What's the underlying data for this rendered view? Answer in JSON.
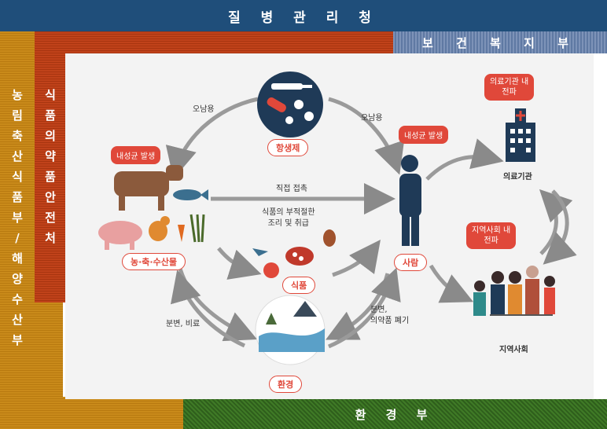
{
  "agencies": {
    "kdca": "질 병 관 리 청",
    "welfare": "보 건 복 지 부",
    "environment": "환 경 부",
    "food_drug": [
      "식",
      "품",
      "의",
      "약",
      "품",
      "안",
      "전",
      "처"
    ],
    "agri_ocean": [
      "농",
      "림",
      "축",
      "산",
      "식",
      "품",
      "부",
      "/",
      "해",
      "양",
      "수",
      "산",
      "부"
    ]
  },
  "nodes": {
    "antibiotics": "항생제",
    "livestock": "농·축·수산물",
    "food": "식품",
    "human": "사람",
    "environment": "환경",
    "hospital": "의료기관",
    "community": "지역사회"
  },
  "bubbles": {
    "resistance_livestock": "내성균 발생",
    "resistance_human": "내성균 발생",
    "hospital_spread": "의료기관 내\n전파",
    "community_spread": "지역사회 내\n전파"
  },
  "edges": {
    "misuse_left": "오남용",
    "misuse_right": "오남용",
    "direct_contact": "직접 접촉",
    "improper_cooking": "식품의 부적절한\n조리 및 취급",
    "manure": "분변, 비료",
    "waste": "분변,\n의약품 폐기"
  },
  "colors": {
    "accent_red": "#e0483a",
    "navy": "#1f3a57",
    "kdca": "#1f4e7a",
    "welfare": "#6b84ad",
    "food_drug": "#b83b14",
    "agri": "#c08314",
    "environment": "#356b20"
  }
}
